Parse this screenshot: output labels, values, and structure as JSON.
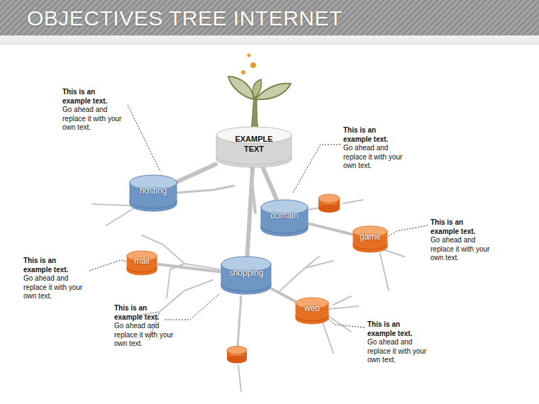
{
  "diagram": {
    "title": "OBJECTIVES TREE INTERNET",
    "nodes": [
      {
        "text": [
          "EXAMPLE TEXT"
        ]
      },
      {
        "text": [
          "hosting"
        ]
      },
      {
        "text": [
          "domain"
        ]
      },
      {
        "text": [
          "game"
        ]
      },
      {
        "text": [
          "mail"
        ]
      },
      {
        "text": [
          "shopping"
        ]
      },
      {
        "text": [
          "web"
        ]
      }
    ],
    "edges": [
      {
        "from": 0,
        "to": 1,
        "arrow": "none"
      },
      {
        "from": 0,
        "to": 2,
        "arrow": "none"
      },
      {
        "from": 0,
        "to": 5,
        "arrow": "none"
      },
      {
        "from": 2,
        "to": 3,
        "arrow": "none"
      },
      {
        "from": 5,
        "to": 4,
        "arrow": "none"
      },
      {
        "from": 5,
        "to": 6,
        "arrow": "none"
      }
    ],
    "labels": [
      "This is an example text.",
      "Go ahead and replace it with your own text.",
      "This is an example text.",
      "Go ahead and replace it with your own text.",
      "This is an example text.",
      "Go ahead and replace it with your own text.",
      "This is an example text.",
      "Go ahead and replace it with your own text.",
      "This is an example text.",
      "Go ahead and replace it with your own text.",
      "This is an example text.",
      "Go ahead and replace it with your own text."
    ]
  }
}
